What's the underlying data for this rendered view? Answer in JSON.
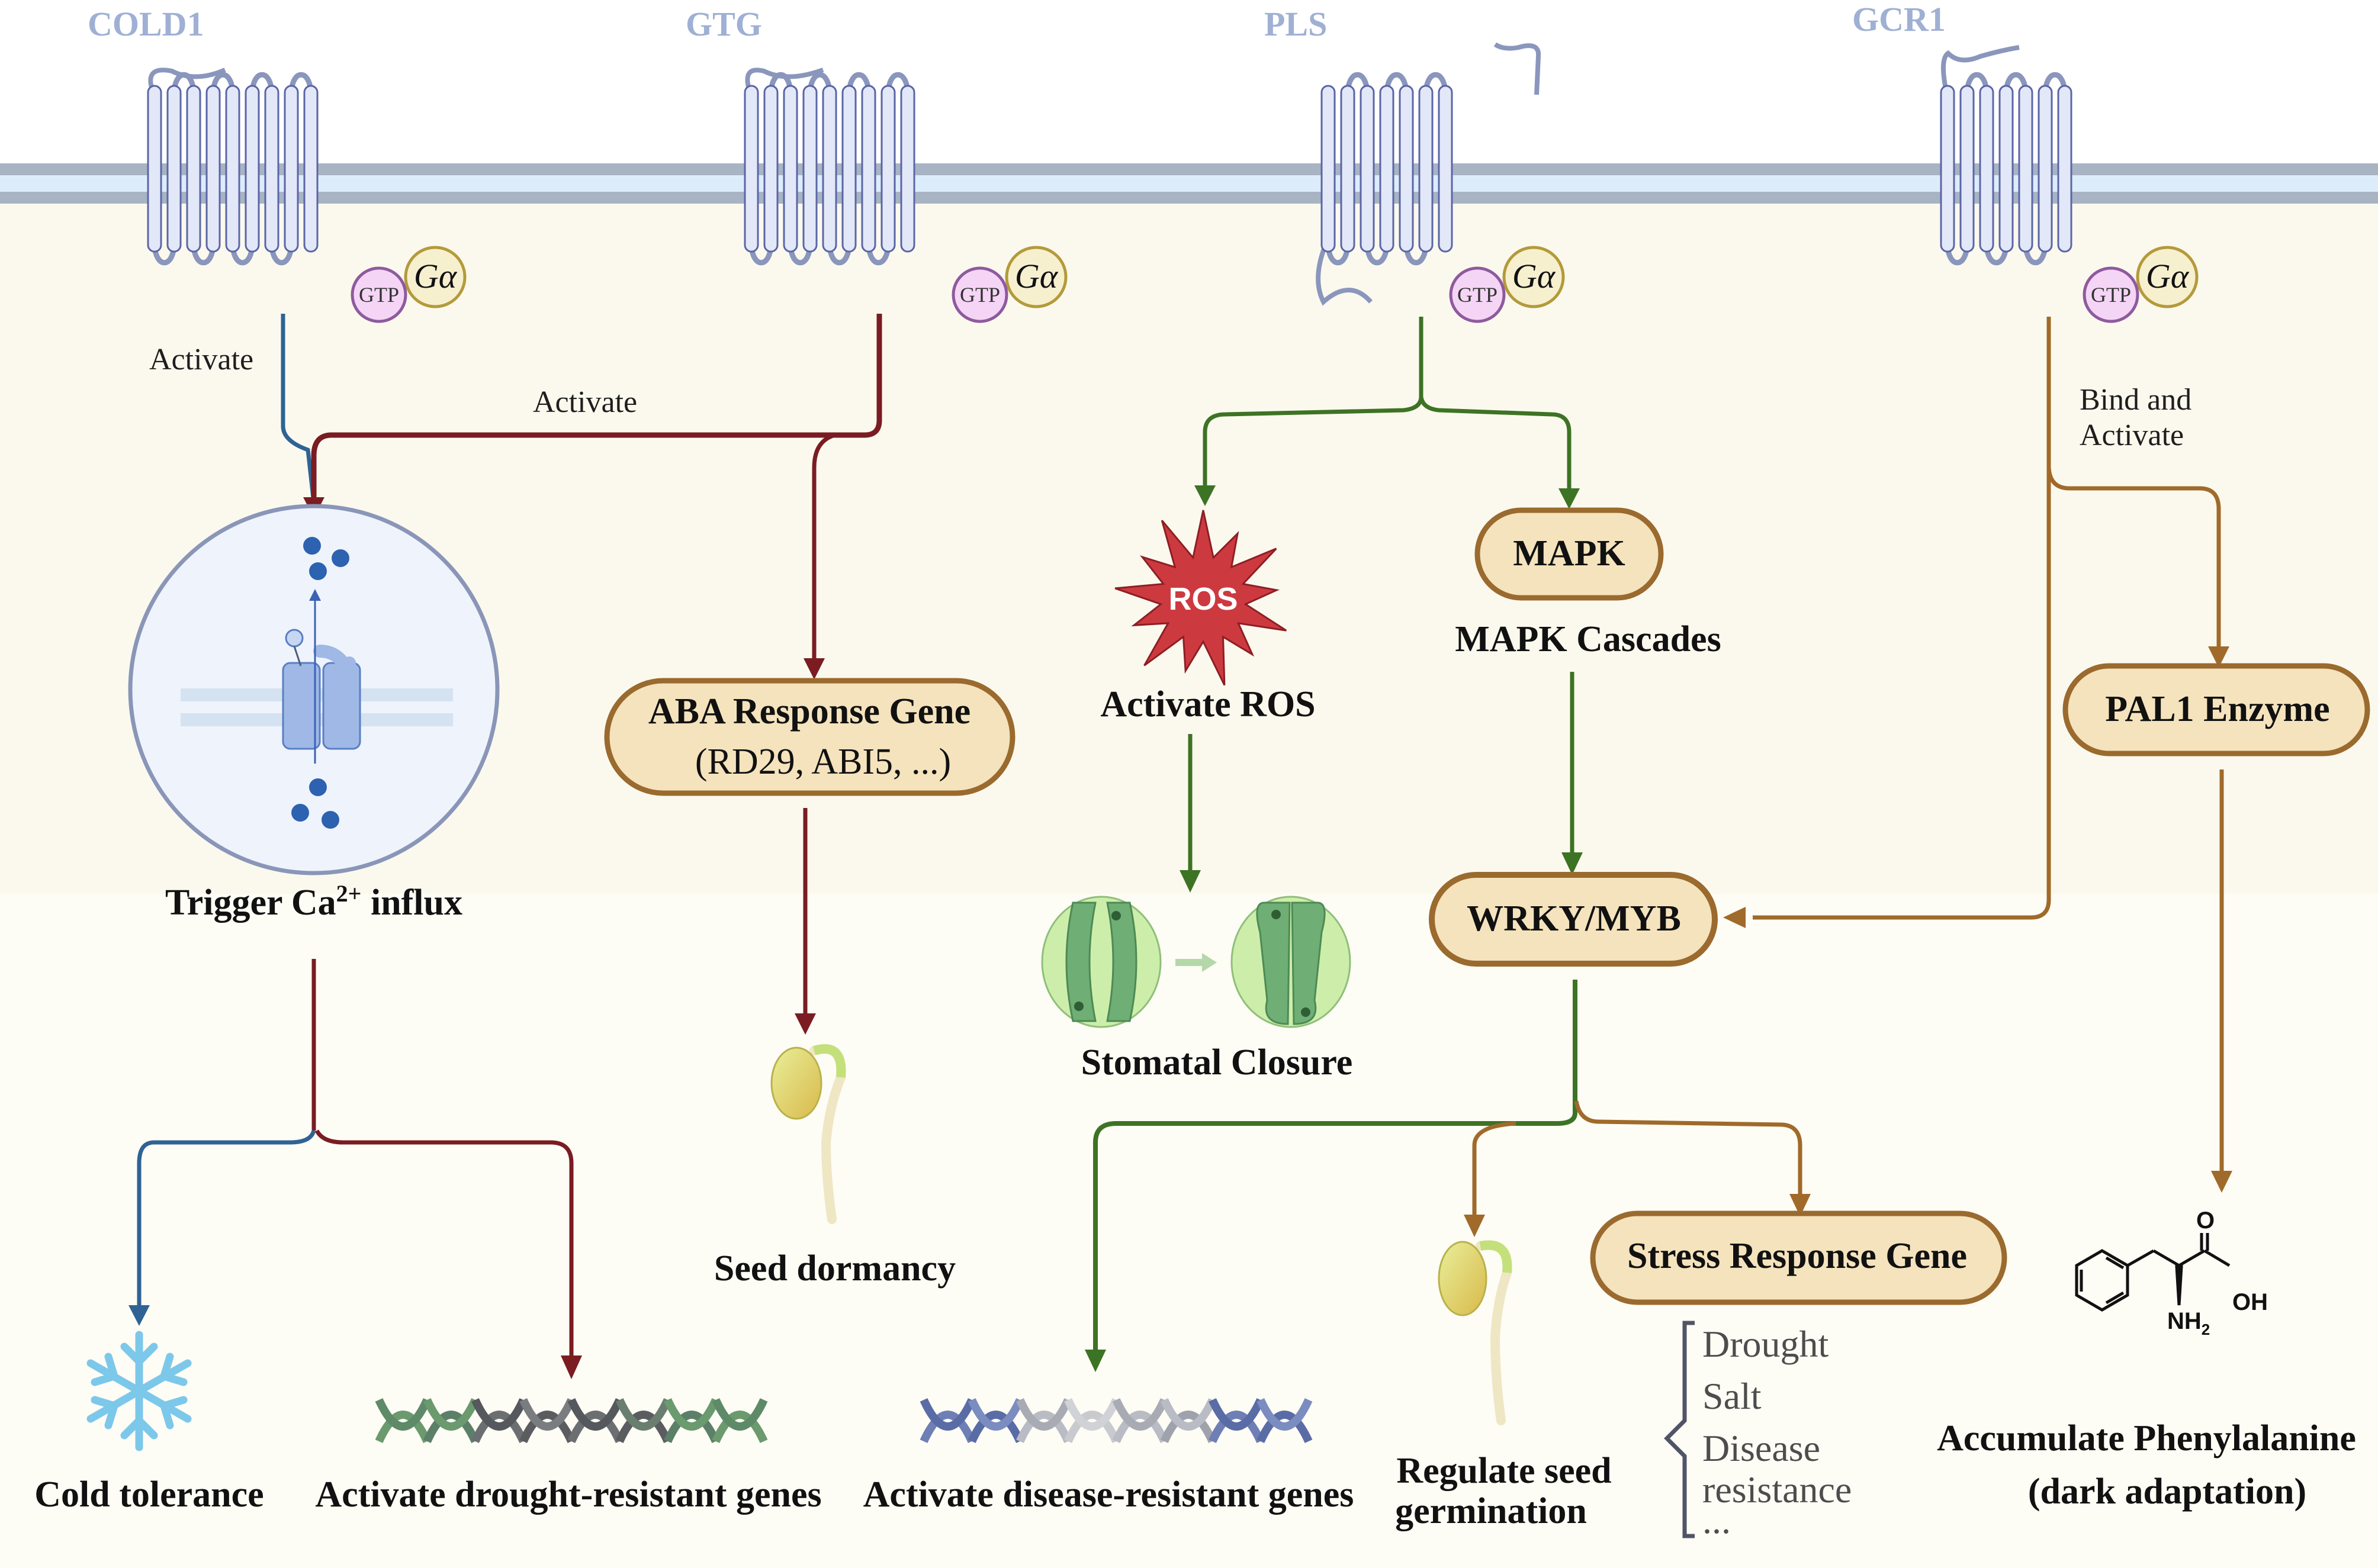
{
  "colors": {
    "background_cytoplasm": "#fbf9ee",
    "background_outside": "#ffffff",
    "membrane_outer": "#a8b4c4",
    "membrane_inner": "#dcecfb",
    "helix_fill": "#e3e8f8",
    "helix_stroke": "#5b66a6",
    "loop": "#8a96bc",
    "gtp_fill": "#f5d5f5",
    "gtp_stroke": "#8e5a9e",
    "galpha_fill": "#f6f0cf",
    "galpha_stroke": "#b49a3a",
    "node_fill": "#f4e3bd",
    "node_stroke": "#9a6a2e",
    "path_blue": "#2f6394",
    "path_red": "#7a1c22",
    "path_green": "#3d7324",
    "path_brown": "#a06a2a",
    "ros_fill": "#cc3a40"
  },
  "receptors": [
    {
      "name": "COLD1",
      "gtp": "GTP",
      "galpha": "Gα"
    },
    {
      "name": "GTG",
      "gtp": "GTP",
      "galpha": "Gα"
    },
    {
      "name": "PLS",
      "gtp": "GTP",
      "galpha": "Gα"
    },
    {
      "name": "GCR1",
      "gtp": "GTP",
      "galpha": "Gα"
    }
  ],
  "arrow_labels": {
    "cold1_activate": "Activate",
    "gtg_activate": "Activate",
    "gcr1_bind_line1": "Bind and",
    "gcr1_bind_line2": "Activate"
  },
  "nodes": {
    "aba_line1": "ABA Response Gene",
    "aba_line2": "(RD29, ABI5, ...)",
    "mapk": "MAPK",
    "wrky": "WRKY/MYB",
    "pal1": "PAL1 Enzyme",
    "stress": "Stress Response Gene",
    "ros_badge": "ROS"
  },
  "captions": {
    "ca_influx_prefix": "Trigger Ca",
    "ca_influx_sup": "2+",
    "ca_influx_suffix": " influx",
    "activate_ros": "Activate ROS",
    "mapk_cascades": "MAPK Cascades",
    "stomatal_closure": "Stomatal Closure",
    "seed_dormancy": "Seed dormancy",
    "cold_tolerance": "Cold tolerance",
    "drought_genes": "Activate drought-resistant genes",
    "disease_genes": "Activate disease-resistant genes",
    "seed_germ_line1": "Regulate seed",
    "seed_germ_line2": "germination",
    "phe_line1": "Accumulate Phenylalanine",
    "phe_line2": "(dark adaptation)"
  },
  "stress_list": [
    "Drought",
    "Salt",
    "Disease",
    "resistance",
    "..."
  ],
  "chemistry": {
    "carbonyl_o": "O",
    "hydroxyl": "OH",
    "amine": "NH",
    "amine_sub": "2"
  }
}
